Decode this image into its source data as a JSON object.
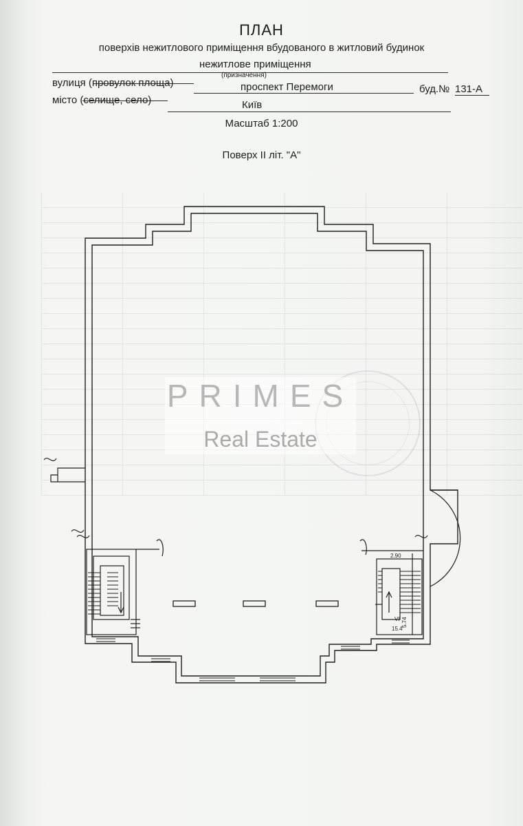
{
  "document": {
    "title": "ПЛАН",
    "subtitle": "поверхів нежитлового приміщення вбудованого в житловий будинок",
    "purpose_value": "нежитлове приміщення",
    "purpose_caption": "(призначення)",
    "street_label": "вулиця (провулок площа)",
    "street_value": "проспект Перемоги",
    "building_label": "буд.№",
    "building_value": "131-А",
    "city_label": "місто (селище, село)",
    "city_value": "Київ",
    "scale": "Масштаб 1:200",
    "floor": "Поверх ІІ літ. \"А\""
  },
  "watermark": {
    "brand": "PRIMES",
    "sub": "Real Estate"
  },
  "plan": {
    "dimension_top": "2.90",
    "room_number": "VI",
    "room_area": "15.4",
    "dimension_side": "5.74"
  }
}
